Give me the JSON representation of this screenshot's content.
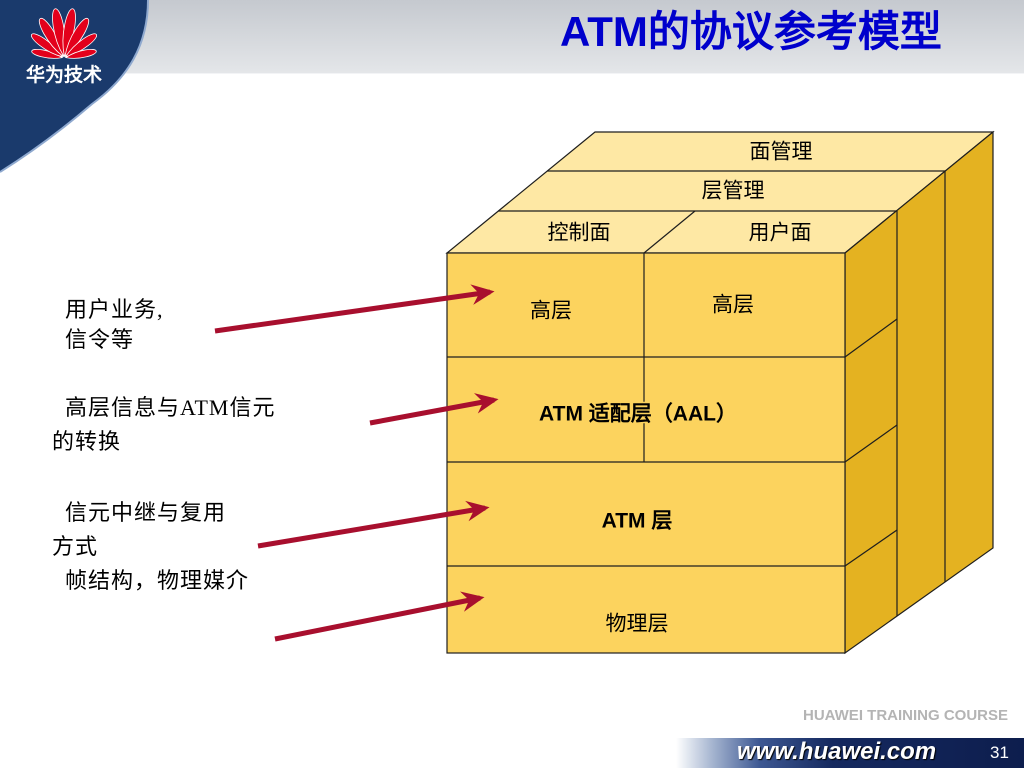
{
  "header": {
    "logo_icon": "huawei-logo-icon",
    "logo_text": "华为技术",
    "title": "ATM的协议参考模型"
  },
  "diagram": {
    "top_face": {
      "plane_management": "面管理",
      "layer_management": "层管理",
      "control_plane": "控制面",
      "user_plane": "用户面"
    },
    "front_face": {
      "higher_layer_left": "高层",
      "higher_layer_right": "高层",
      "aal": "ATM 适配层（AAL）",
      "atm_layer": "ATM 层",
      "physical_layer": "物理层"
    }
  },
  "annotations": [
    {
      "lines": [
        "用户业务,",
        "信令等"
      ]
    },
    {
      "lines": [
        "高层信息与ATM信元",
        "的转换"
      ]
    },
    {
      "lines": [
        "信元中继与复用",
        "方式"
      ]
    },
    {
      "lines": [
        "帧结构，物理媒介"
      ]
    }
  ],
  "footer": {
    "course": "HUAWEI TRAINING COURSE",
    "url": "www.huawei.com",
    "page_number": "31"
  },
  "colors": {
    "title": "#0000cc",
    "brand_blue": "#1a3a6c",
    "logo_red": "#e3001b",
    "arrow": "#a80f2e",
    "front_face": "#fcd35e",
    "top_face": "#fee8a4",
    "side_face": "#e4b221"
  }
}
